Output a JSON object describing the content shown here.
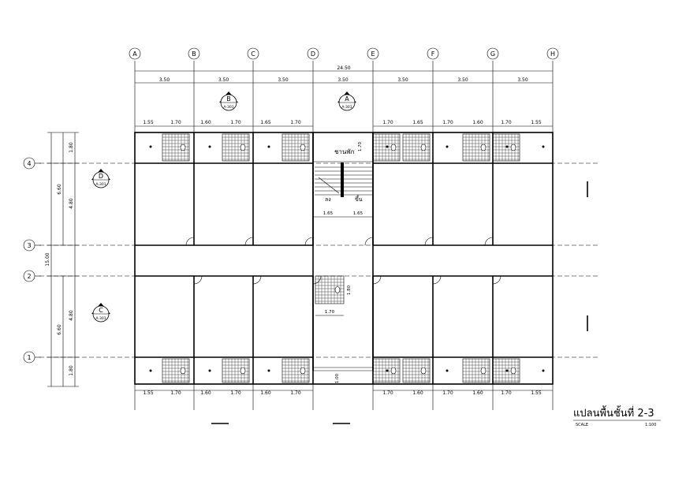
{
  "grid": {
    "columns": [
      "A",
      "B",
      "C",
      "D",
      "E",
      "F",
      "G",
      "H"
    ],
    "rows": [
      "4",
      "3",
      "2",
      "1"
    ]
  },
  "dimensions": {
    "overall_width": "24.50",
    "bay_widths": [
      "3.50",
      "3.50",
      "3.50",
      "3.50",
      "3.50",
      "3.50",
      "3.50"
    ],
    "top_segments": [
      "1.55",
      "1.70",
      "1.60",
      "1.70",
      "1.65",
      "1.70",
      "1.70",
      "1.65",
      "1.70",
      "1.60",
      "1.70",
      "1.55"
    ],
    "bottom_segments": [
      "1.55",
      "1.70",
      "1.60",
      "1.70",
      "1.60",
      "1.70",
      "1.70",
      "1.60",
      "1.70",
      "1.60",
      "1.70",
      "1.55"
    ],
    "left_overall": "15.00",
    "left_upper": "6.60",
    "left_lower": "6.60",
    "left_segments": [
      "1.80",
      "4.80",
      "4.80",
      "1.80"
    ],
    "stair_height": "1.70",
    "stair_left": "1.65",
    "stair_right": "1.65",
    "wc_width": "1.70",
    "wc_height": "1.80",
    "entry_depth": "1.00"
  },
  "stair_labels": {
    "landing": "ชานพัก",
    "down": "ลง",
    "up": "ขึ้น"
  },
  "section_markers": [
    {
      "letter": "B",
      "sheet": "A-301"
    },
    {
      "letter": "A",
      "sheet": "A-301"
    },
    {
      "letter": "D",
      "sheet": "A-301"
    },
    {
      "letter": "C",
      "sheet": "A-301"
    }
  ],
  "title_block": {
    "title": "แปลนพื้นชั้นที่ 2-3",
    "scale_label": "SCALE",
    "scale_value": "1:100"
  }
}
